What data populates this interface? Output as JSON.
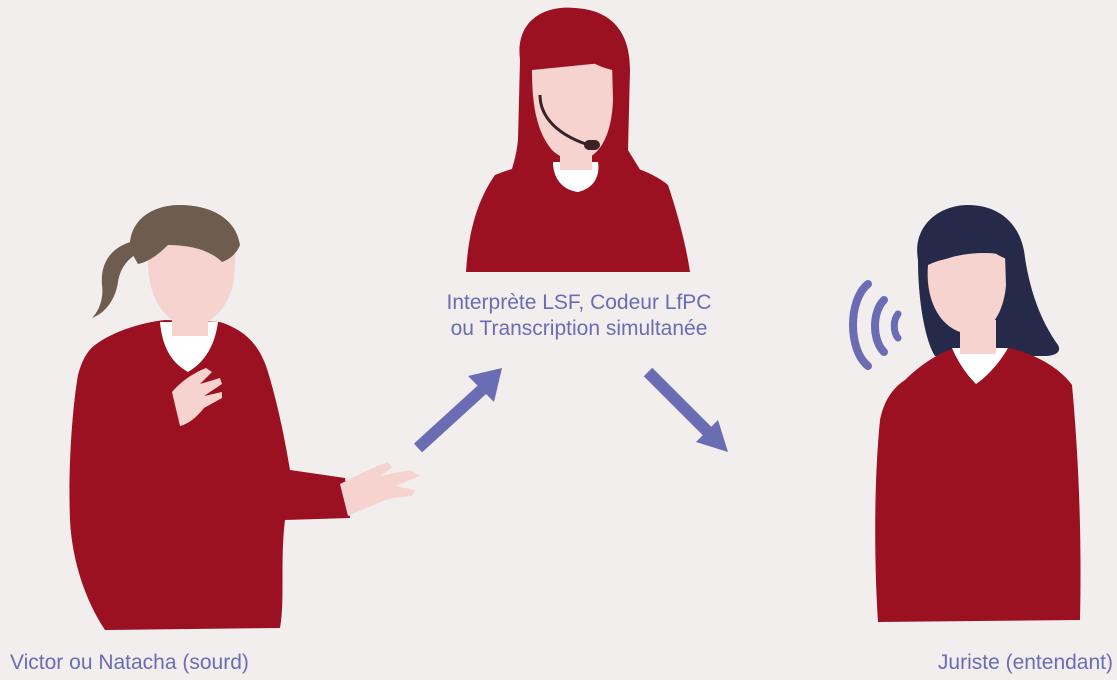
{
  "labels": {
    "interpreter_line1": "Interprète LSF, Codeur LfPC",
    "interpreter_line2": "ou Transcription simultanée",
    "deaf_person": "Victor ou Natacha (sourd)",
    "lawyer": "Juriste (entendant)"
  },
  "colors": {
    "background": "#f2eeee",
    "clothing": "#9b1122",
    "skin": "#f7d3cf",
    "hair_interpreter": "#9b1122",
    "hair_deaf_person": "#6e5d4e",
    "hair_lawyer": "#262a4a",
    "collar": "#ffffff",
    "accent": "#6a6db3"
  },
  "icons": [
    "arrow-up-right-icon",
    "arrow-down-right-icon",
    "sound-waves-icon",
    "headset-icon"
  ]
}
